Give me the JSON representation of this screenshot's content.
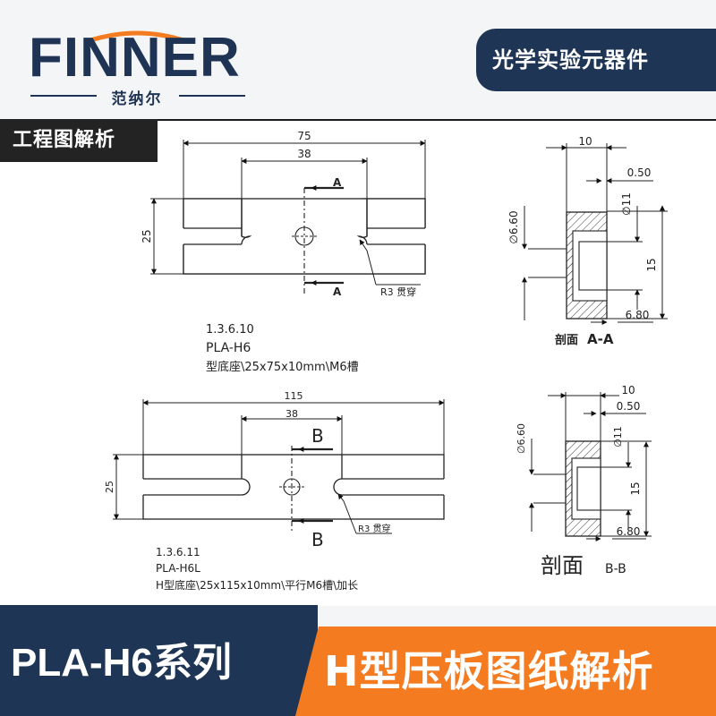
{
  "brand": {
    "name": "FINNER",
    "sub": "范纳尔"
  },
  "category": "光学实验元器件",
  "panel_tag": "工程图解析",
  "drawing1": {
    "dim_overall": "75",
    "dim_slot": "38",
    "dim_height": "25",
    "section_mark": "A",
    "radius_note": "R3 贯穿",
    "code": "1.3.6.10",
    "model": "PLA-H6",
    "desc": "型底座\\25x75x10mm\\M6槽"
  },
  "section1": {
    "dim_width": "10",
    "dim_chamfer": "0.50",
    "dim_hole": "∅6.60",
    "dim_counterbore": "∅11",
    "dim_depth": "15",
    "dim_bottom": "6.80",
    "label_prefix": "剖面",
    "label_mark": "A-A"
  },
  "drawing2": {
    "dim_overall": "115",
    "dim_slot": "38",
    "dim_height": "25",
    "section_mark": "B",
    "radius_note": "R3 贯穿",
    "code": "1.3.6.11",
    "model": "PLA-H6L",
    "desc": "H型底座\\25x115x10mm\\平行M6槽\\加长"
  },
  "section2": {
    "dim_width": "10",
    "dim_chamfer": "0.50",
    "dim_hole": "∅6.60",
    "dim_counterbore": "∅11",
    "dim_depth": "15",
    "dim_bottom": "6.80",
    "label_prefix": "剖面",
    "label_mark": "B-B"
  },
  "footer": {
    "series": "PLA-H6系列",
    "title": "H型压板图纸解析"
  },
  "colors": {
    "navy": "#1e3556",
    "orange": "#f47b20",
    "dark": "#232323"
  }
}
